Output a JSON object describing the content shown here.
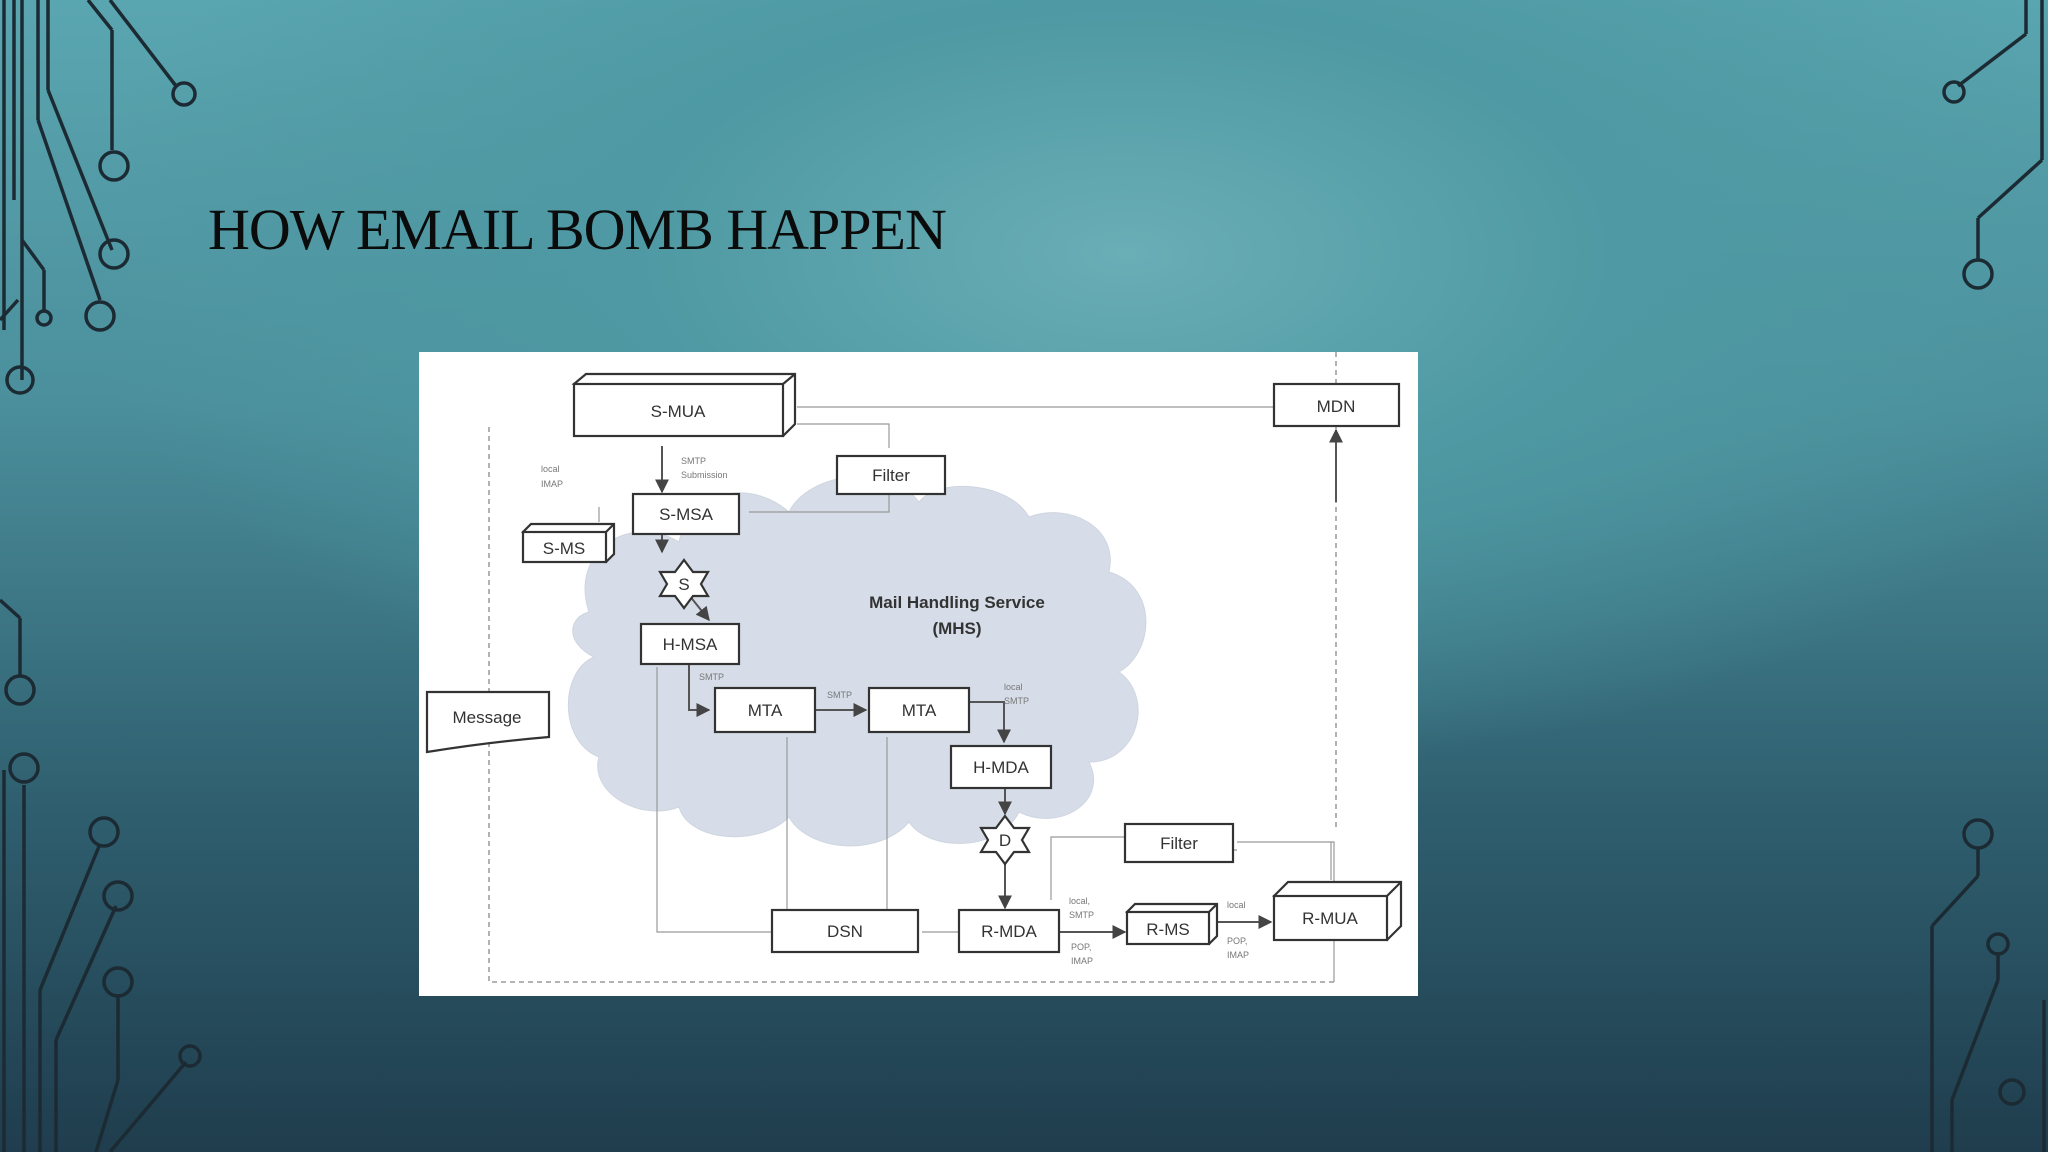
{
  "slide": {
    "title": "HOW EMAIL BOMB HAPPEN"
  },
  "diagram": {
    "cloud_label_1": "Mail Handling Service",
    "cloud_label_2": "(MHS)",
    "nodes": {
      "s_mua": "S-MUA",
      "mdn": "MDN",
      "filter_top": "Filter",
      "s_msa": "S-MSA",
      "s_ms": "S-MS",
      "s_star": "S",
      "h_msa": "H-MSA",
      "message": "Message",
      "mta_1": "MTA",
      "mta_2": "MTA",
      "h_mda": "H-MDA",
      "d_star": "D",
      "filter_bottom": "Filter",
      "dsn": "DSN",
      "r_mda": "R-MDA",
      "r_ms": "R-MS",
      "r_mua": "R-MUA"
    },
    "small_labels": {
      "local_imap": [
        "local",
        "IMAP"
      ],
      "smtp_submission": [
        "SMTP",
        "Submission"
      ],
      "smtp_msa": "SMTP",
      "smtp_mta": "SMTP",
      "local_smtp_hmda": [
        "local",
        "SMTP"
      ],
      "local_smtp_rmda": [
        "local,",
        "SMTP"
      ],
      "pop_imap_rmda": [
        "POP,",
        "IMAP"
      ],
      "local_rms": "local",
      "pop_imap_rms": [
        "POP,",
        "IMAP"
      ]
    }
  }
}
